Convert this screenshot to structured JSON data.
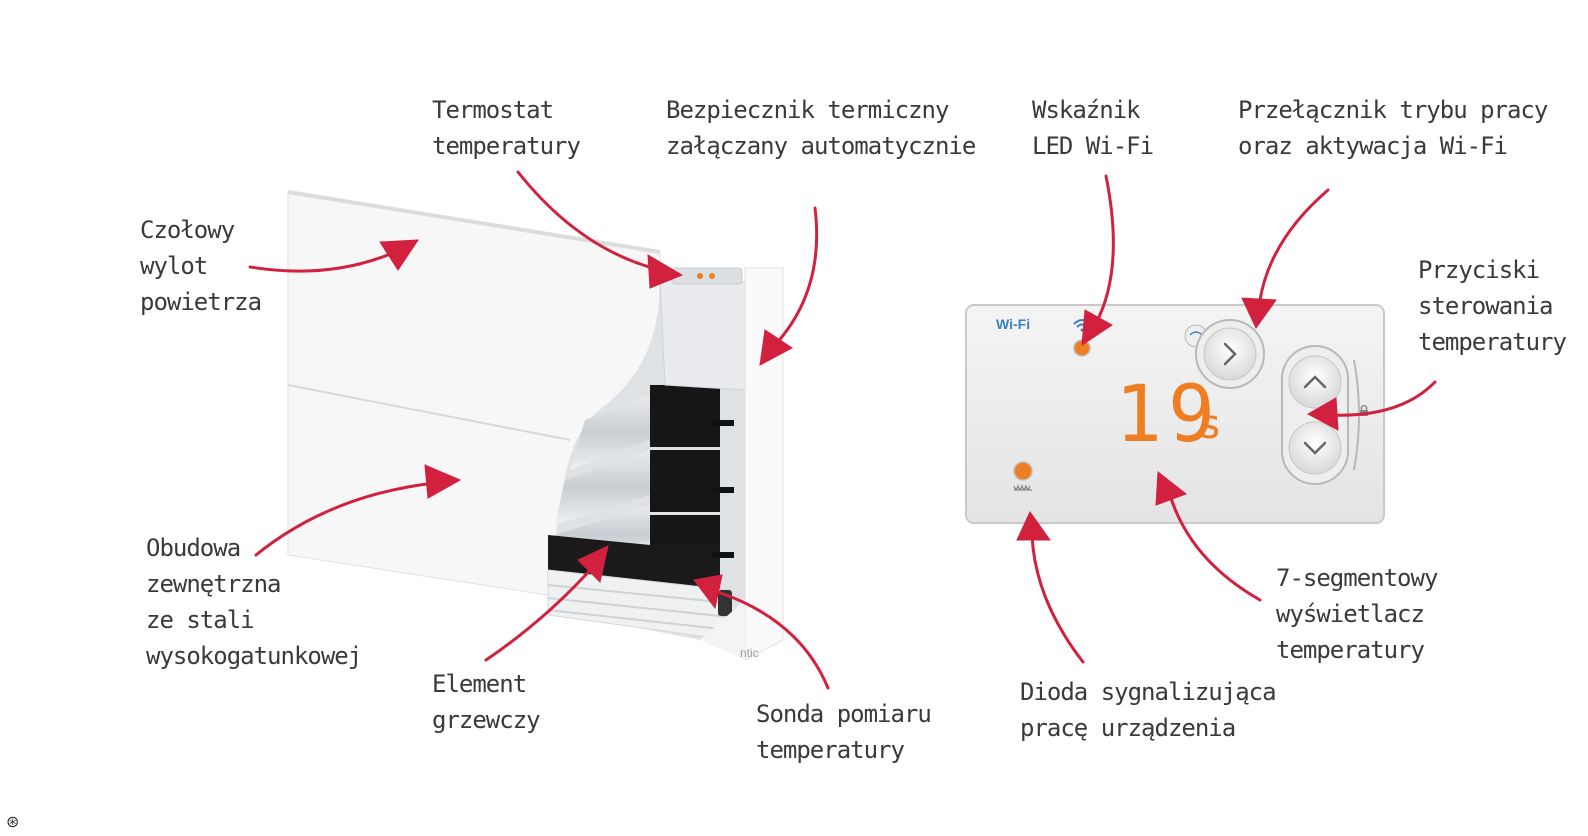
{
  "labels": {
    "termostat": [
      "Termostat",
      "temperatury"
    ],
    "bezpiecznik": [
      "Bezpiecznik termiczny",
      "załączany automatycznie"
    ],
    "wskaznik": [
      "Wskaźnik",
      "LED Wi-Fi"
    ],
    "przelacznik": [
      "Przełącznik trybu pracy",
      "oraz aktywacja Wi-Fi"
    ],
    "czolowy": [
      "Czołowy",
      "wylot",
      "powietrza"
    ],
    "przyciski": [
      "Przyciski",
      "sterowania",
      "temperatury"
    ],
    "obudowa": [
      "Obudowa",
      "zewnętrzna",
      "ze stali",
      "wysokogatunkowej"
    ],
    "element": [
      "Element",
      "grzewczy"
    ],
    "sonda": [
      "Sonda pomiaru",
      "temperatury"
    ],
    "dioda": [
      "Dioda sygnalizująca",
      "pracę urządzenia"
    ],
    "wyswietlacz": [
      "7-segmentowy",
      "wyświetlacz",
      "temperatury"
    ]
  },
  "panel": {
    "wifi_label": "Wi-Fi",
    "display_value": "19",
    "display_unit": "s",
    "brand_fragment": "ntic"
  },
  "colors": {
    "arrow": "#d1213f",
    "led": "#ef7d22",
    "display": "#ef7d22",
    "wifi_text": "#3b7fc9"
  },
  "icons": [
    "wifi-icon",
    "lock-icon",
    "heater-coil-icon",
    "chevron-right-icon",
    "chevron-up-icon",
    "chevron-down-icon"
  ]
}
